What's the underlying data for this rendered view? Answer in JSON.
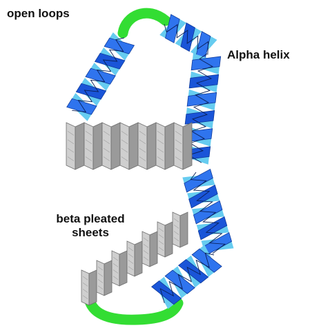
{
  "labels": {
    "open_loops": "open loops",
    "alpha_helix": "Alpha helix",
    "beta_line1": "beta pleated",
    "beta_line2": "sheets"
  },
  "colors": {
    "loop": "#33dd33",
    "helix_dark": "#1a55d8",
    "helix_mid": "#2f74ee",
    "helix_light": "#66ccf0",
    "sheet_face": "#cfcfcf",
    "sheet_shade": "#9a9a9a",
    "sheet_edge": "#6e6e6e",
    "text": "#111111"
  },
  "legend": [
    {
      "name": "open-loops",
      "icon": "green-loop"
    },
    {
      "name": "alpha-helix",
      "icon": "blue-ribbon"
    },
    {
      "name": "beta-pleated-sheets",
      "icon": "grey-pleats"
    }
  ]
}
